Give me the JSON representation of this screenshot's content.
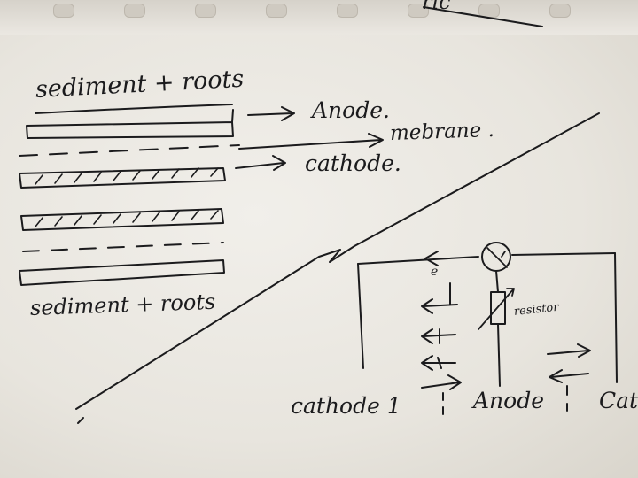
{
  "layers_sketch": {
    "top_label": "sediment + roots",
    "anode_label": "Anode.",
    "membrane_label": "mebrane .",
    "cathode_label": "cathode.",
    "bottom_label": "sediment + roots"
  },
  "circuit_sketch": {
    "resistor_label": "resistor",
    "cathode1_label": "cathode 1",
    "anode_label": "Anode",
    "cathode2_label": "Cat",
    "electron_symbol": "e"
  },
  "top_scrap_text": "ric"
}
